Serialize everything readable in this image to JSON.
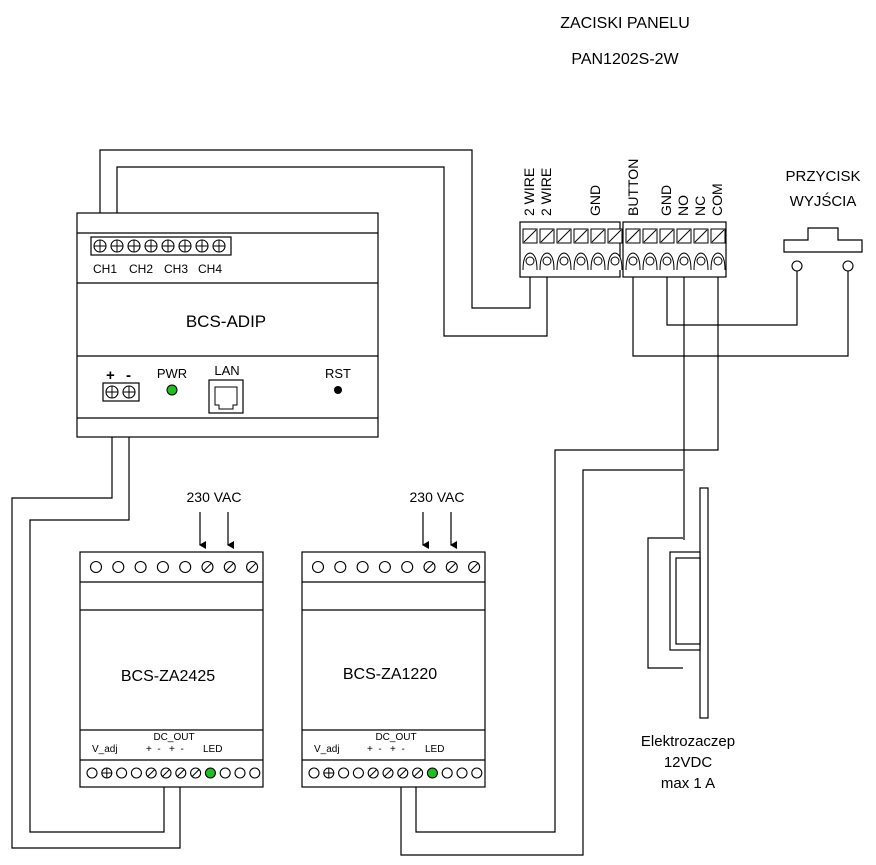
{
  "panel": {
    "title_line1": "ZACISKI PANELU",
    "title_line2": "PAN1202S-2W",
    "terminal_labels": [
      "2 WIRE",
      "2 WIRE",
      "GND",
      "BUTTON",
      "GND",
      "NO",
      "NC",
      "COM"
    ]
  },
  "exit_button": {
    "line1": "PRZYCISK",
    "line2": "WYJŚCIA"
  },
  "adip": {
    "name": "BCS-ADIP",
    "channels": [
      "CH1",
      "CH2",
      "CH3",
      "CH4"
    ],
    "plus": "+",
    "minus": "-",
    "pwr": "PWR",
    "lan": "LAN",
    "rst": "RST",
    "led_color": "#1fbf1f"
  },
  "psu1": {
    "name": "BCS-ZA2425",
    "vac": "230 VAC",
    "dc_out": "DC_OUT",
    "v_adj": "V_adj",
    "signs": "+  -   +  -",
    "led": "LED"
  },
  "psu2": {
    "name": "BCS-ZA1220",
    "vac": "230 VAC",
    "dc_out": "DC_OUT",
    "v_adj": "V_adj",
    "signs": "+  -   +  -",
    "led": "LED"
  },
  "strike": {
    "line1": "Elektrozaczep",
    "line2": "12VDC",
    "line3": "max 1 A"
  }
}
